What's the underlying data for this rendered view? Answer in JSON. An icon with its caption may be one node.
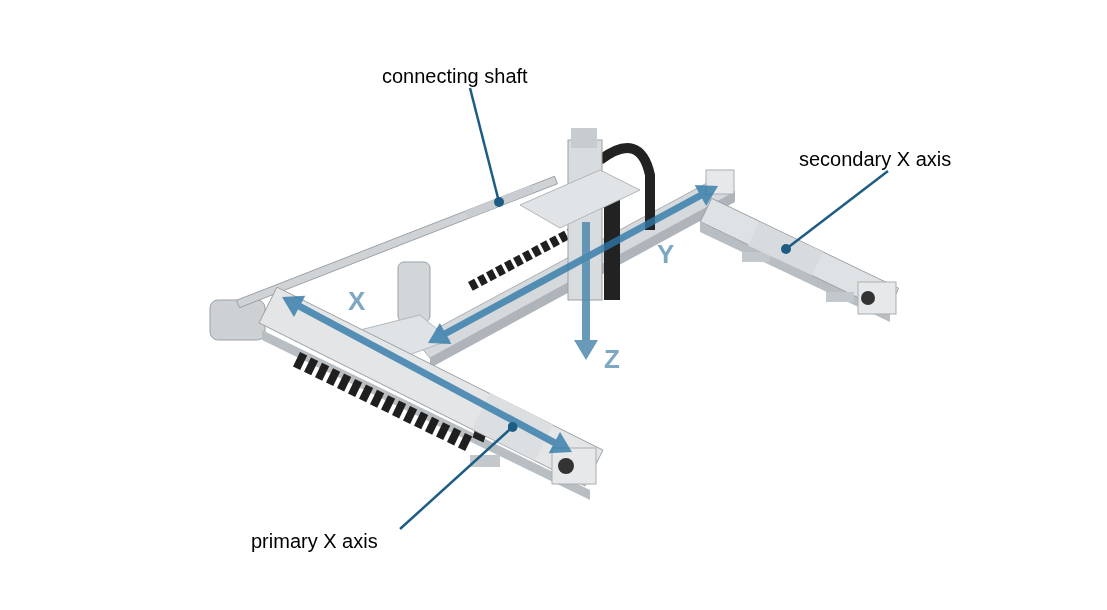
{
  "diagram": {
    "nodes": [
      {
        "text": [
          "connecting shaft"
        ]
      },
      {
        "text": [],
        "shape": "bar"
      },
      {
        "text": [
          "secondary X axis"
        ]
      },
      {
        "text": [],
        "shape": "bar"
      },
      {
        "text": [
          "primary X axis"
        ]
      },
      {
        "text": [],
        "shape": "bar"
      }
    ],
    "edges": [
      {
        "from": 0,
        "to": 1,
        "arrow": "other"
      },
      {
        "from": 2,
        "to": 3,
        "arrow": "other"
      },
      {
        "from": 4,
        "to": 5,
        "arrow": "other"
      }
    ],
    "labels": [
      "X",
      "Y",
      "Z"
    ]
  }
}
